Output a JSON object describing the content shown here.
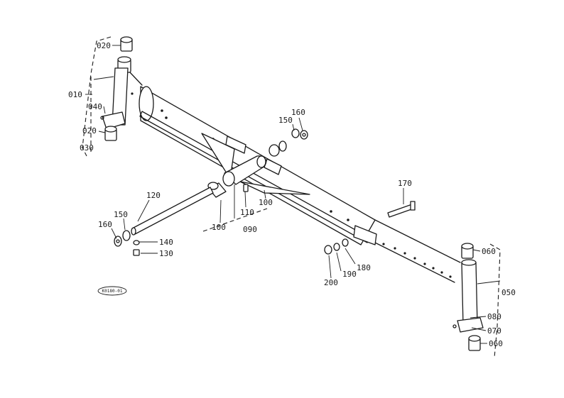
{
  "part_labels": {
    "p010": "010",
    "p020a": "020",
    "p020b": "020",
    "p030": "030",
    "p040": "040",
    "p050": "050",
    "p060a": "060",
    "p060b": "060",
    "p070": "070",
    "p080": "080",
    "p090": "090",
    "p100a": "100",
    "p100b": "100",
    "p110": "110",
    "p120": "120",
    "p130": "130",
    "p140": "140",
    "p150a": "150",
    "p150b": "150",
    "p160a": "160",
    "p160b": "160",
    "p170": "170",
    "p180": "180",
    "p190": "190",
    "p200": "200"
  },
  "stamp_code": "K0180-01"
}
